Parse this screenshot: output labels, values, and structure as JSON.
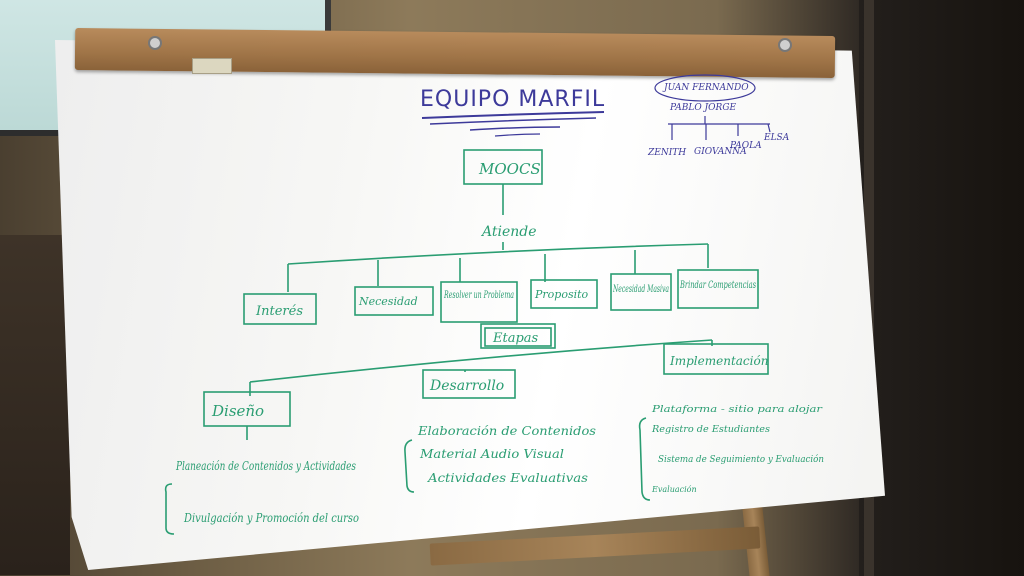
{
  "photo": {
    "subject": "flipchart-on-easel",
    "colors": {
      "marker_green": "#2a9d72",
      "marker_blue": "#3d3a9a",
      "paper": "#f6f6f4",
      "wood": "#a07848"
    }
  },
  "chart": {
    "title": "EQUIPO MARFIL",
    "team": {
      "leader": "JUAN FERNANDO",
      "second": "PABLO JORGE",
      "members": [
        "ZENITH",
        "GIOVANNA",
        "PAOLA",
        "ELSA"
      ]
    },
    "root": "MOOCS",
    "connector": "Atiende",
    "needs": [
      "Interés",
      "Necesidad",
      "Resolver un Problema",
      "Proposito",
      "Necesidad Masiva",
      "Brindar Competencias"
    ],
    "stage_label": "Etapas",
    "stages": [
      {
        "name": "Diseño",
        "items": [
          "Planeación de Contenidos y Actividades",
          "Divulgación y Promoción del curso"
        ]
      },
      {
        "name": "Desarrollo",
        "items": [
          "Elaboración de Contenidos",
          "Material Audio Visual",
          "Actividades Evaluativas"
        ]
      },
      {
        "name": "Implementación",
        "items": [
          "Plataforma - sitio para alojar",
          "Registro de Estudiantes",
          "Sistema de Seguimiento y Evaluación",
          "Evaluación"
        ]
      }
    ]
  }
}
